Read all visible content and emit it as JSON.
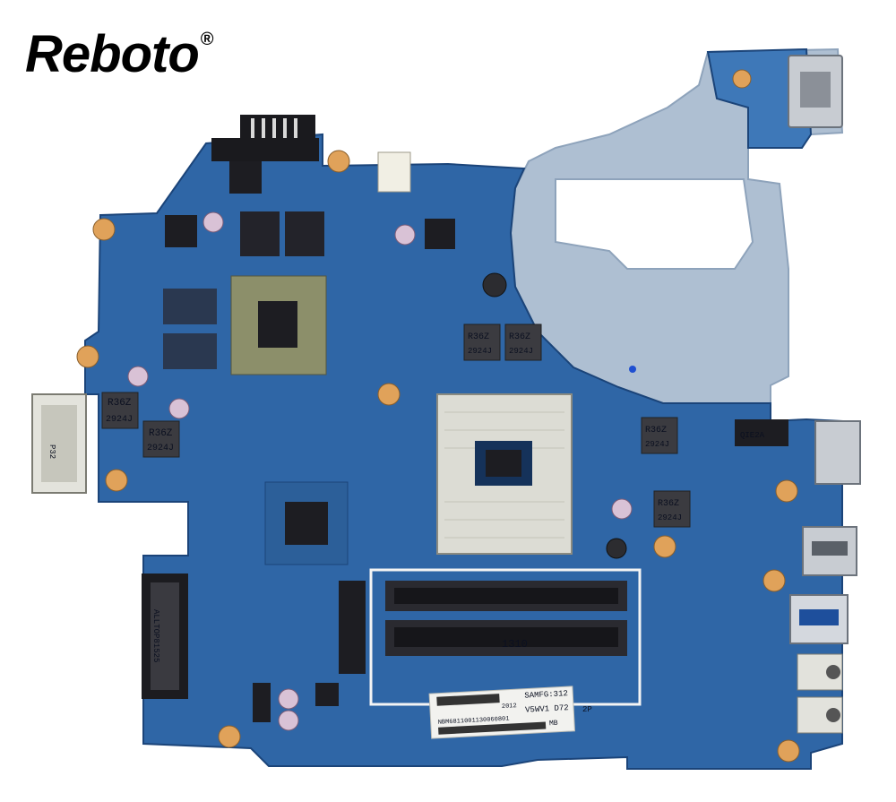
{
  "brand": {
    "name": "Reboto",
    "trademark": "®"
  },
  "colors": {
    "pcb": "#2f66a6",
    "pcb_dark": "#1f4f8a",
    "pcb_edge": "#3e78b8",
    "bracket": "#aebfd2",
    "bracket_light": "#c7d4e2",
    "chip": "#1d1d22",
    "gpu_pad": "#8c8f6a",
    "socket": "#dcdcd4",
    "sticker": "#f2f2ef"
  },
  "components": {
    "inductor_labels": [
      "R36Z",
      "R36Z",
      "R36Z",
      "R36Z",
      "R36Z",
      "R36Z"
    ],
    "inductor_codes": [
      "2924J",
      "2924J",
      "2924J",
      "2924J",
      "2924J",
      "2924J"
    ],
    "sticker_lines": [
      "SAMFG:312",
      "V5WV1 D72",
      "NBM6811001130060801"
    ],
    "sticker_small": [
      "2012",
      "2P",
      "MB"
    ],
    "slot_label": "1310",
    "connector_label": "ALLTOP81525",
    "hdd_label": "P32",
    "ic_label": "QIE2A"
  }
}
